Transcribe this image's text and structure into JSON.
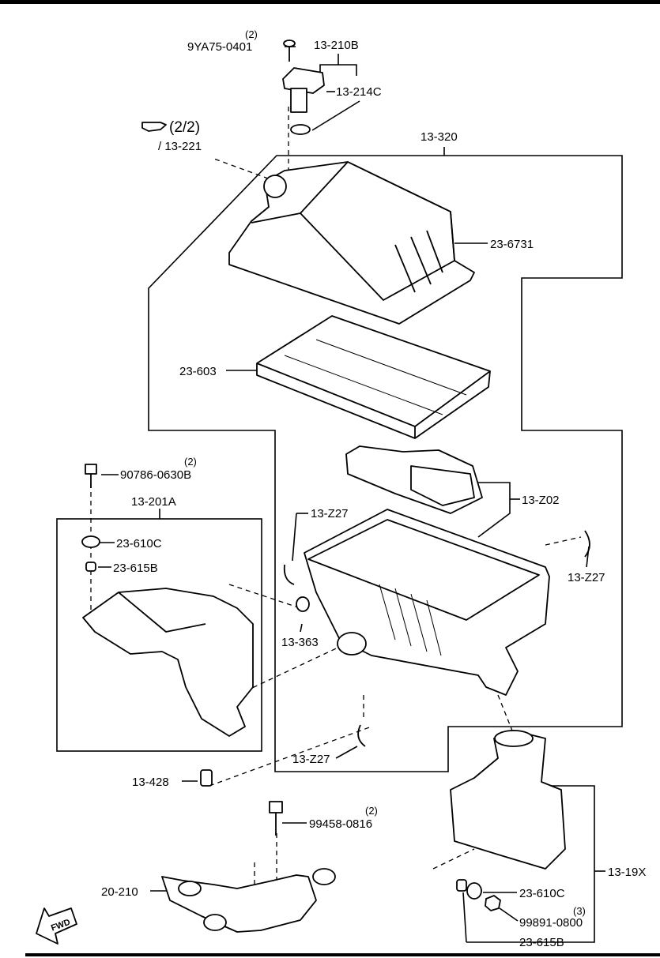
{
  "labels": {
    "qty_9ya75": "(2)",
    "p_9ya75": "9YA75-0401",
    "p_13_210b": "13-210B",
    "p_13_214c": "13-214C",
    "ref_page": "(2/2)",
    "ref_13_221": "/ 13-221",
    "p_13_320": "13-320",
    "p_23_6731": "23-6731",
    "p_23_603": "23-603",
    "qty_90786": "(2)",
    "p_90786": "90786-0630B",
    "p_13_201a": "13-201A",
    "p_23_610c_l": "23-610C",
    "p_23_615b_l": "23-615B",
    "p_13_z27_a": "13-Z27",
    "p_13_z02": "13-Z02",
    "p_13_z27_b": "13-Z27",
    "p_13_363": "13-363",
    "p_13_z27_c": "13-Z27",
    "p_13_428": "13-428",
    "qty_99458": "(2)",
    "p_99458": "99458-0816",
    "p_20_210": "20-210",
    "p_13_19x": "13-19X",
    "p_23_610c_r": "23-610C",
    "qty_99891": "(3)",
    "p_99891": "99891-0800",
    "p_23_615b_r": "23-615B",
    "fwd": "FWD"
  }
}
